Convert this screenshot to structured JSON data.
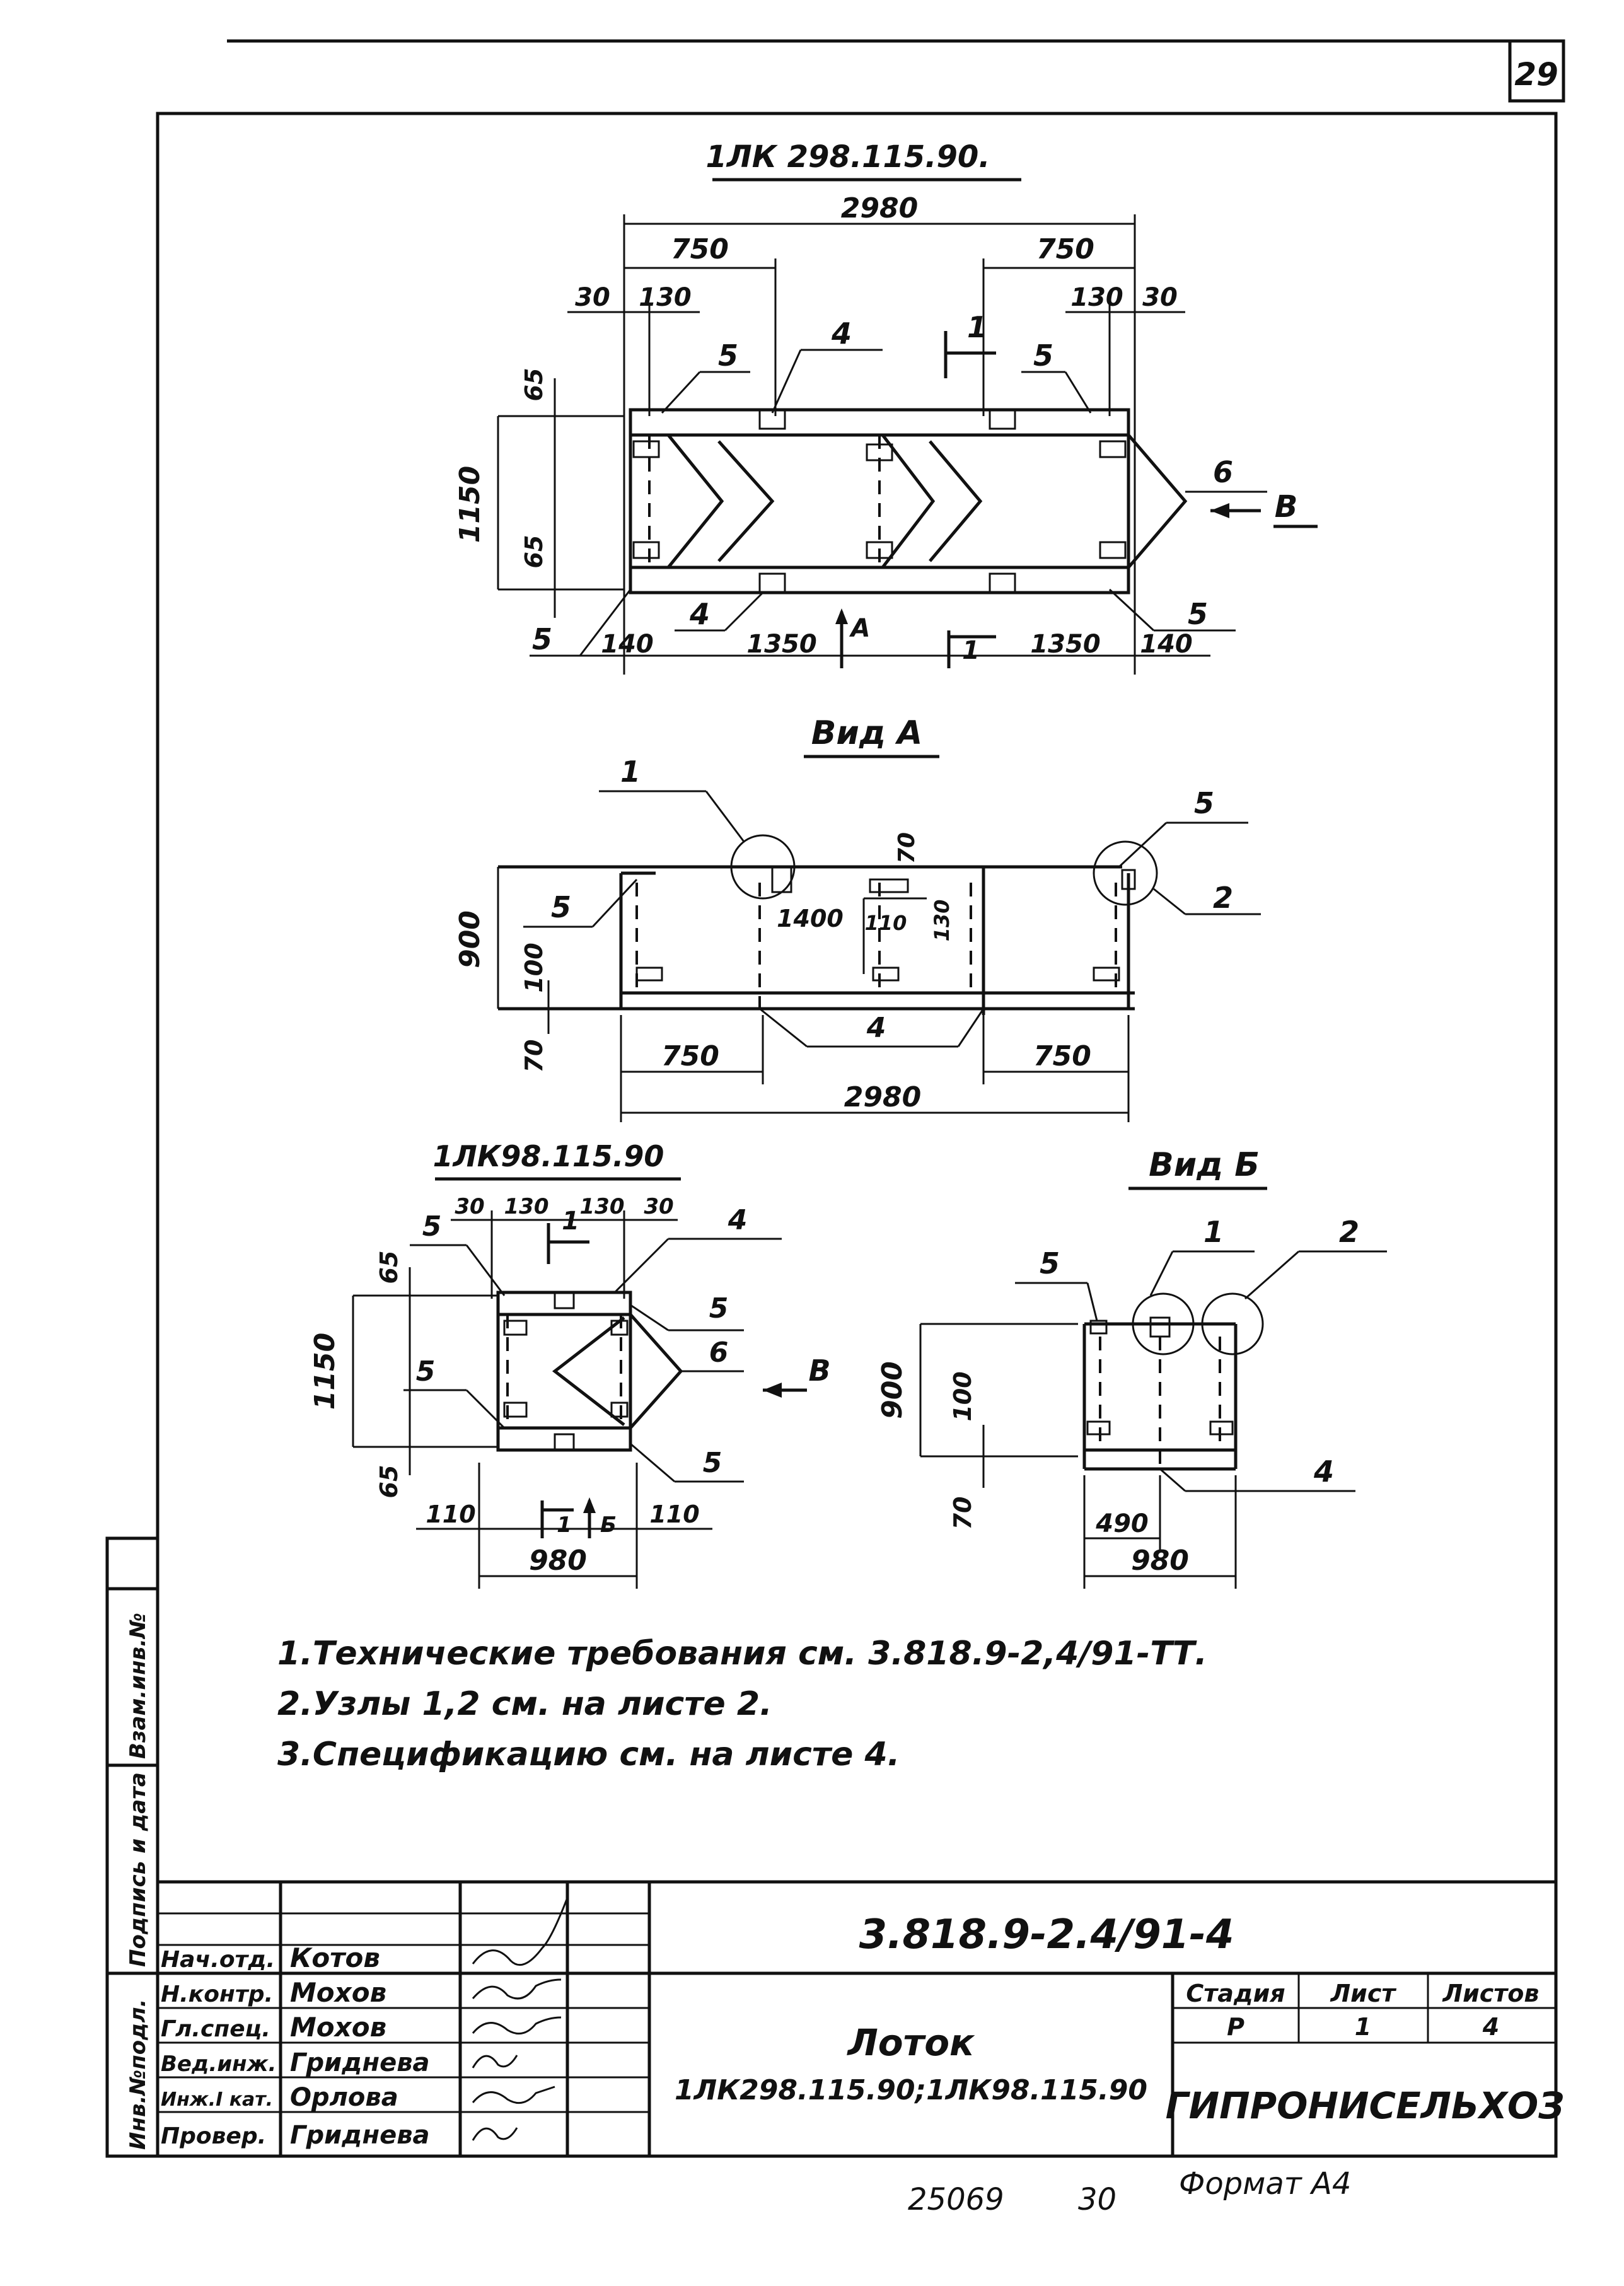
{
  "sheet_number": "29",
  "plan_top": {
    "title": "1ЛК 298.115.90.",
    "overall_length": "2980",
    "left_span": "750",
    "right_span": "750",
    "left_edge": "30",
    "left_inner": "130",
    "right_inner": "130",
    "right_edge": "30",
    "height": "1150",
    "top_offset": "65",
    "bottom_offset": "65",
    "bottom_left_end": "140",
    "bottom_left_span": "1350",
    "bottom_right_span": "1350",
    "bottom_right_end": "140",
    "callouts": {
      "c5a": "5",
      "c4a": "4",
      "c1a": "1",
      "c5b": "5",
      "c6": "6",
      "cB": "В",
      "c5c": "5",
      "c4b": "4",
      "cA": "А",
      "c1b": "1",
      "c5d": "5"
    }
  },
  "view_a": {
    "title": "Вид А",
    "height": "900",
    "inner_100": "100",
    "base_70": "70",
    "top_70": "70",
    "gap_1400": "1400",
    "gap_110": "110",
    "gap_130": "130",
    "left_span": "750",
    "right_span": "750",
    "overall": "2980",
    "callouts": {
      "c1": "1",
      "c5a": "5",
      "c5b": "5",
      "c2": "2",
      "c4": "4"
    }
  },
  "plan_small": {
    "title": "1ЛК98.115.90",
    "d30a": "30",
    "d130a": "130",
    "d130b": "130",
    "d30b": "30",
    "height": "1150",
    "top_offset": "65",
    "bottom_offset": "65",
    "end_left": "110",
    "end_right": "110",
    "overall": "980",
    "callouts": {
      "c5a": "5",
      "c1": "1",
      "c4": "4",
      "c5b": "5",
      "c5c": "5",
      "c6": "6",
      "cB": "В",
      "c5d": "5",
      "c1b": "1",
      "cBb": "Б"
    }
  },
  "view_b": {
    "title": "Вид Б",
    "height": "900",
    "inner_100": "100",
    "base_70": "70",
    "inner_490": "490",
    "overall": "980",
    "callouts": {
      "c5": "5",
      "c1": "1",
      "c2": "2",
      "c4": "4"
    }
  },
  "notes": [
    "1.Технические требования см. 3.818.9-2,4/91-ТТ.",
    "2.Узлы 1,2 см. на листе 2.",
    "3.Спецификацию см. на листе 4."
  ],
  "side_labels": [
    "Инв.№подл.",
    "Подпись и дата",
    "Взам.инв.№"
  ],
  "title_block": {
    "doc_code": "3.818.9-2.4/91-4",
    "item_name": "Лоток",
    "item_marks": "1ЛК298.115.90;1ЛК98.115.90",
    "stage_label": "Стадия",
    "sheet_label": "Лист",
    "sheets_label": "Листов",
    "stage": "Р",
    "sheet": "1",
    "sheets": "4",
    "organization": "ГИПРОНИСЕЛЬХОЗ",
    "staff": [
      {
        "role": "Нач.отд.",
        "name": "Котов"
      },
      {
        "role": "Н.контр.",
        "name": "Мохов"
      },
      {
        "role": "Гл.спец.",
        "name": "Мохов"
      },
      {
        "role": "Вед.инж.",
        "name": "Гриднева"
      },
      {
        "role": "Инж.I кат.",
        "name": "Орлова"
      },
      {
        "role": "Провер.",
        "name": "Гриднева"
      }
    ]
  },
  "footer": {
    "stamp": "25069",
    "copy": "30",
    "format": "Формат А4"
  }
}
